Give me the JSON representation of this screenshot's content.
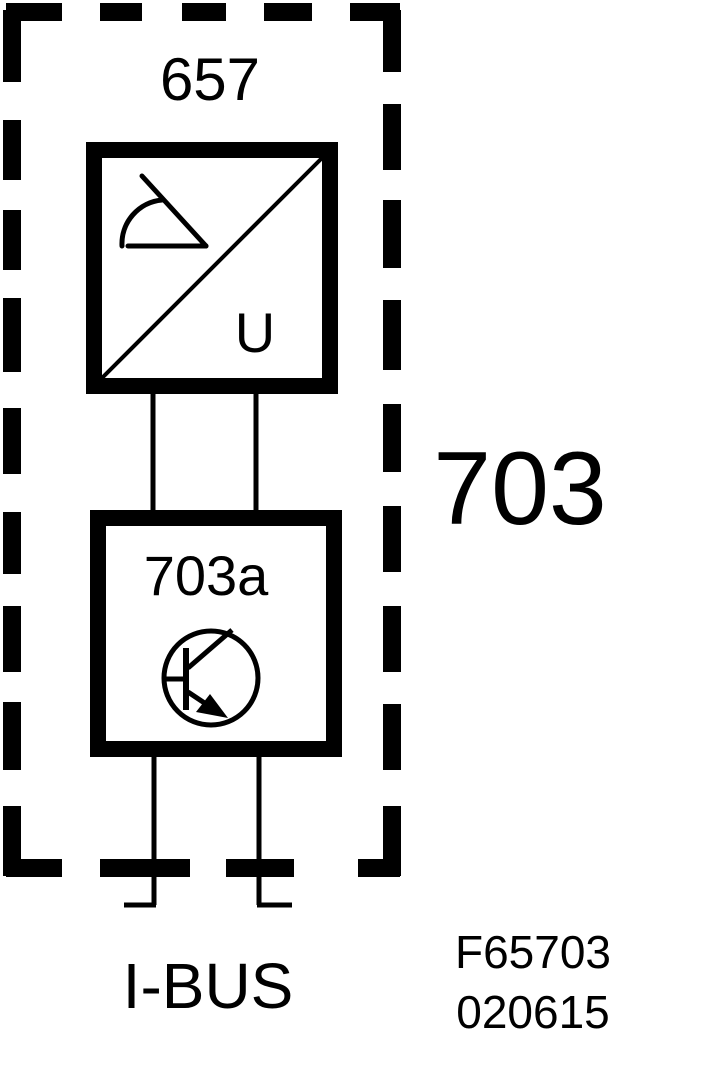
{
  "labels": {
    "outer_ref": "657",
    "side_ref": "703",
    "converter_output": "U",
    "module_ref": "703a",
    "bus_label": "I-BUS",
    "figure_code": "F65703",
    "figure_date": "020615"
  },
  "icons": {
    "converter_input": "angle-sensor-icon",
    "module_symbol": "transistor-icon"
  },
  "colors": {
    "ink": "#000000",
    "paper": "#ffffff"
  }
}
